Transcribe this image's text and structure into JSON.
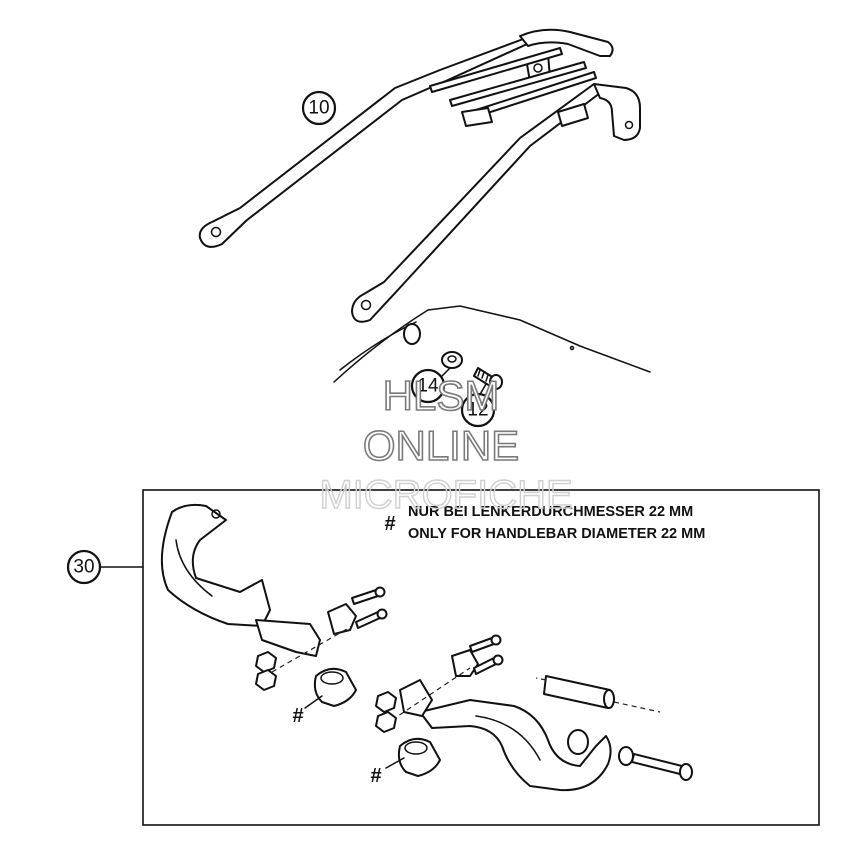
{
  "callouts": {
    "rack": "10",
    "washer": "14",
    "bolt": "12",
    "handguard_kit": "30"
  },
  "note": {
    "marker": "#",
    "german": "NUR BEI LENKERDURCHMESSER 22 MM",
    "english": "ONLY FOR HANDLEBAR DIAMETER 22 MM"
  },
  "hash_marker": "#",
  "watermark": {
    "line1": "HLSM",
    "line2": "ONLINE",
    "line3": "MICROFICHE"
  }
}
